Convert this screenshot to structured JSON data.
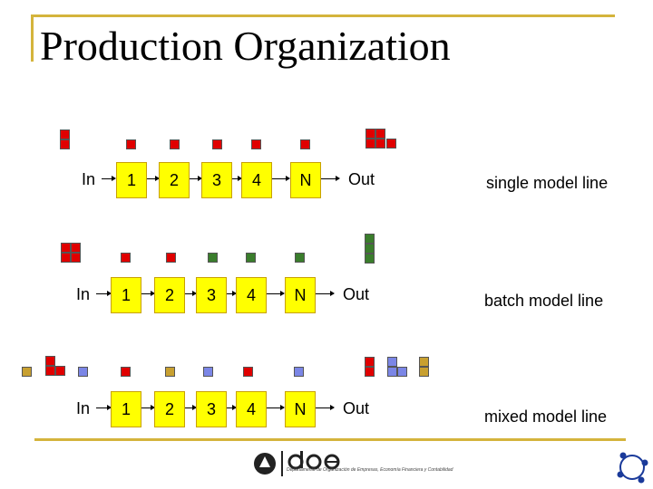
{
  "title": "Production Organization",
  "colors": {
    "red": "#e00000",
    "green": "#3a7d2c",
    "blue": "#7b86e6",
    "gold": "#c8a030",
    "station": "#ffff00",
    "frame": "#d4b43c"
  },
  "rows": [
    {
      "in_label": "In",
      "stations": [
        "1",
        "2",
        "3",
        "4",
        "N"
      ],
      "out_label": "Out",
      "line_name": "single model line"
    },
    {
      "in_label": "In",
      "stations": [
        "1",
        "2",
        "3",
        "4",
        "N"
      ],
      "out_label": "Out",
      "line_name": "batch model line"
    },
    {
      "in_label": "In",
      "stations": [
        "1",
        "2",
        "3",
        "4",
        "N"
      ],
      "out_label": "Out",
      "line_name": "mixed model line"
    }
  ],
  "logo": {
    "name": "doe",
    "subtitle": "Departamento de Organización de Empresas, Economía Financiera y Contabilidad"
  }
}
